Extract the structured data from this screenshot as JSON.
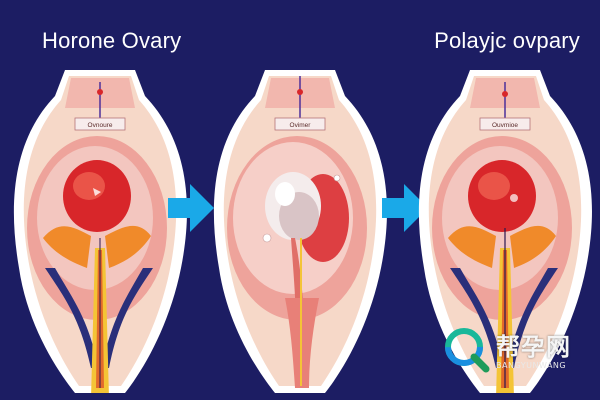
{
  "titles": {
    "left": "Horone Ovary",
    "right": "Polayjc ovpary"
  },
  "panels": [
    {
      "tag": "Ovnoure"
    },
    {
      "tag": "Ovimer"
    },
    {
      "tag": "Ouvmioe"
    }
  ],
  "watermark": {
    "cn": "帮孕网",
    "en": "BANGYUNWANG"
  },
  "colors": {
    "background": "#1c1d63",
    "arrow": "#1aa9e8",
    "skin": "#f6d8c8",
    "tissue_red": "#d8262a",
    "cyst_white": "#f4ecec"
  }
}
